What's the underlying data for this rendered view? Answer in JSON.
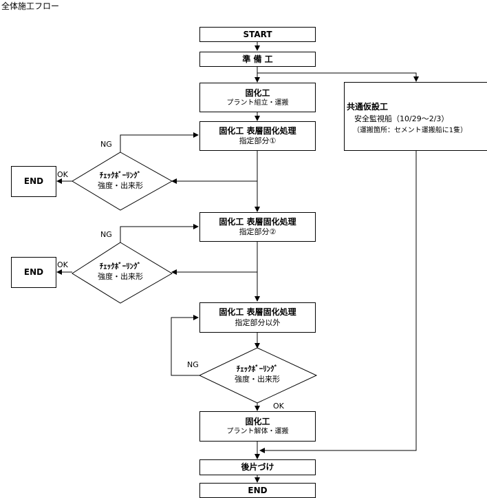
{
  "title": "全体施工フロー",
  "nodes": {
    "start": "START",
    "prep": "準 備 工",
    "koka1_title": "固化工",
    "koka1_sub": "プラント組立・運搬",
    "hyoso1_title": "固化工 表層固化処理",
    "hyoso1_sub": "指定部分①",
    "check1_title": "ﾁｪｯｸﾎﾞｰﾘﾝｸﾞ",
    "check1_sub": "強度・出来形",
    "end1": "END",
    "hyoso2_title": "固化工 表層固化処理",
    "hyoso2_sub": "指定部分②",
    "check2_title": "ﾁｪｯｸﾎﾞｰﾘﾝｸﾞ",
    "check2_sub": "強度・出来形",
    "end2": "END",
    "hyoso3_title": "固化工 表層固化処理",
    "hyoso3_sub": "指定部分以外",
    "check3_title": "ﾁｪｯｸﾎﾞｰﾘﾝｸﾞ",
    "check3_sub": "強度・出来形",
    "koka2_title": "固化工",
    "koka2_sub": "プラント解体・運搬",
    "atokata": "後片づけ",
    "end_final": "END",
    "kyotsu_title": "共通仮設工",
    "kyotsu_line1": "安全監視船（10/29～2/3）",
    "kyotsu_line2": "（運搬箇所：セメント運搬船に1隻）"
  },
  "labels": {
    "ng": "NG",
    "ok": "OK"
  }
}
